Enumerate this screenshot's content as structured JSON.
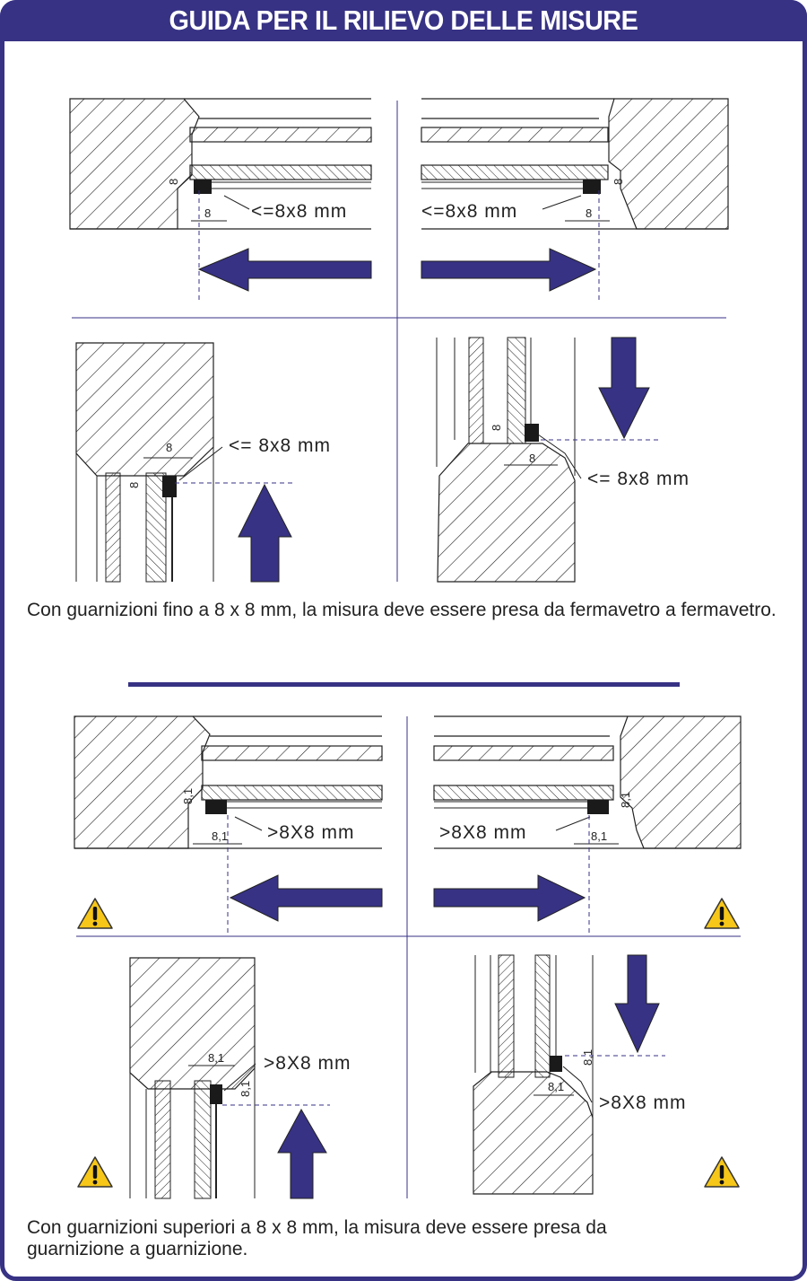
{
  "header": {
    "title": "GUIDA PER IL RILIEVO DELLE MISURE"
  },
  "colors": {
    "brand": "#373284",
    "warning": "#F6C619",
    "hatch": "#222222",
    "gasket": "#1a1a1a"
  },
  "section_small": {
    "labels": {
      "top_left": "<=8x8 mm",
      "top_right": "<=8x8 mm",
      "bottom_left": "<= 8x8  mm",
      "bottom_right": "<= 8x8  mm"
    },
    "dimension": "8",
    "caption": "Con guarnizioni fino a 8 x 8 mm, la misura deve essere presa da fermavetro a fermavetro."
  },
  "section_large": {
    "labels": {
      "top_left": ">8X8 mm",
      "top_right": ">8X8 mm",
      "bottom_left": ">8X8 mm",
      "bottom_right": ">8X8 mm"
    },
    "dimension": "8,1",
    "warning_icon": "warning-triangle-icon",
    "caption": "Con guarnizioni superiori a 8 x 8 mm, la misura deve essere presa da guarnizione a guarnizione."
  }
}
